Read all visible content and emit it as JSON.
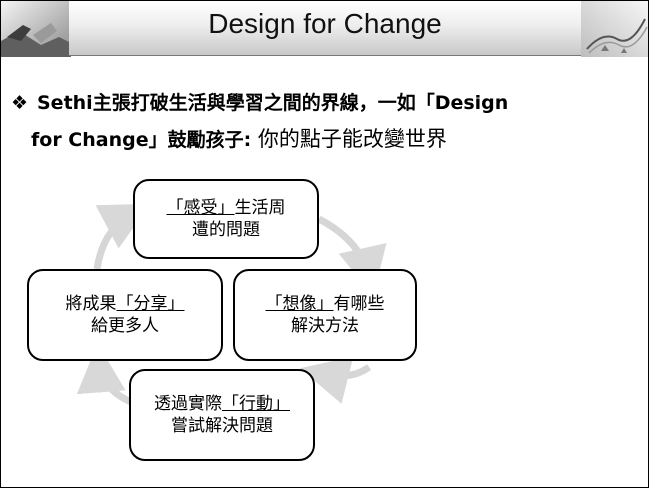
{
  "slide": {
    "title": "Design for Change"
  },
  "bullet": {
    "marker": "❖",
    "line1": "Sethi主張打破生活與學習之間的界線，一如「Design",
    "line2_a": "for Change」鼓勵孩子:",
    "line2_b": "你的點子能改變世界"
  },
  "cycle": {
    "feel": {
      "u": "「感受」",
      "rest1": "生活周",
      "line2": "遭的問題"
    },
    "imagine": {
      "u": "「想像」",
      "rest1": "有哪些",
      "line2": "解決方法"
    },
    "act": {
      "pre": "透過實際",
      "u": "「行動」",
      "line2": "嘗試解決問題"
    },
    "share": {
      "pre": "將成果",
      "u": "「分享」",
      "line2": "給更多人"
    }
  }
}
